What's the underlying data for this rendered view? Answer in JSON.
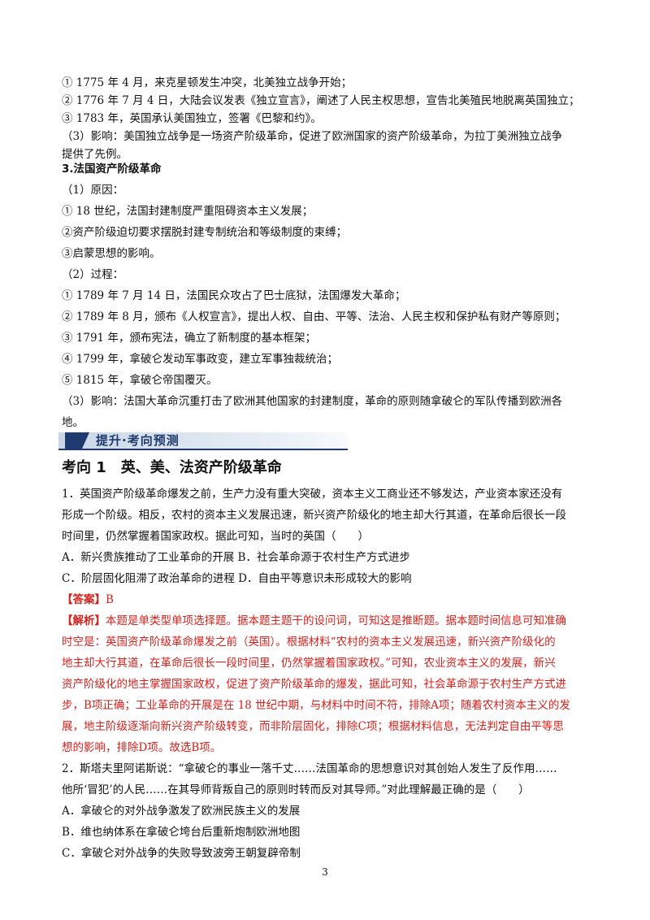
{
  "lines_top": [
    "① 1775 年 4 月，来克星顿发生冲突，北美独立战争开始；",
    "② 1776 年 7 月 4 日，大陆会议发表《独立宣言》，阐述了人民主权思想，宣告北美殖民地脱离英国独立；",
    "③ 1783 年，英国承认美国独立，签署《巴黎和约》。",
    "（3）影响：美国独立战争是一场资产阶级革命，促进了欧洲国家的资产阶级革命，为拉丁美洲独立战争",
    "提供了先例。"
  ],
  "french_title": "3.法国资产阶级革命",
  "french_lines": [
    "（1）原因：",
    "① 18 世纪，法国封建制度严重阻碍资本主义发展；",
    "②资产阶级迫切要求摆脱封建专制统治和等级制度的束缚；",
    "③启蒙思想的影响。",
    "（2）过程：",
    "① 1789 年 7 月 14 日，法国民众攻占了巴士底狱，法国爆发大革命；",
    "② 1789 年 8 月，颁布《人权宣言》，提出人权、自由、平等、法治、人民主权和保护私有财产等原则；",
    "③ 1791 年，颁布宪法，确立了新制度的基本框架；",
    "④ 1799 年，拿破仑发动军事政变，建立军事独裁统治；",
    "⑤ 1815 年，拿破仑帝国覆灭。",
    "（3）影响：法国大革命沉重打击了欧洲其他国家的封建制度，革命的原则随拿破仑的军队传播到欧洲各",
    "地。"
  ],
  "section_banner": "提升·考向预测",
  "heading": "考向 1　英、美、法资产阶级革命",
  "q1_lines": [
    "1．英国资产阶级革命爆发之前，生产力没有重大突破，资本主义工商业还不够发达，产业资本家还没有",
    "形成一个阶级。相反，农村的资本主义发展迅速，新兴资产阶级化的地主却大行其道，在革命后很长一段",
    "时间里，仍然掌握着国家政权。据此可知，当时的英国（　　）"
  ],
  "q1_options": [
    "A．新兴贵族推动了工业革命的开展 B．社会革命源于农村生产方式进步",
    "C．阶层固化阻滞了政治革命的进程 D．自由平等意识未形成较大的影响"
  ],
  "q1_answer_tag": "【答案】",
  "q1_answer": "B",
  "q1_analysis_tag": "【解析】",
  "q1_analysis_lines": [
    "本题是单类型单项选择题。据本题主题干的设问词，可知这是推断题。据本题时间信息可知准确",
    "时空是：英国资产阶级革命爆发之前（英国）。根据材料“农村的资本主义发展迅速，新兴资产阶级化的",
    "地主却大行其道，在革命后很长一段时间里，仍然掌握着国家政权。”可知，农业资本主义的发展，新兴",
    "资产阶级化的地主掌握国家政权，促进了资产阶级革命的爆发，据此可知，社会革命源于农村生产方式进",
    "步，B项正确；工业革命的开展是在 18 世纪中期，与材料中时间不符，排除A项；随着农村资本主义的发",
    "展，地主阶级逐渐向新兴资产阶级转变，而非阶层固化，排除C项；根据材料信息，无法判定自由平等思",
    "想的影响，排除D项。故选B项。"
  ],
  "q2_lines": [
    "2．斯塔夫里阿诺斯说：“拿破仑的事业一落千丈……法国革命的思想意识对其创始人发生了反作用……",
    "他所‘冒犯’的人民……在其导师背叛自己的原则时转而反对其导师。”对此理解最正确的是（　　）"
  ],
  "q2_options": [
    "A．拿破仑的对外战争激发了欧洲民族主义的发展",
    "B．维也纳体系在拿破仑垮台后重新炮制欧洲地图",
    "C．拿破仑对外战争的失败导致波旁王朝复辟帝制"
  ],
  "page_number": "3"
}
